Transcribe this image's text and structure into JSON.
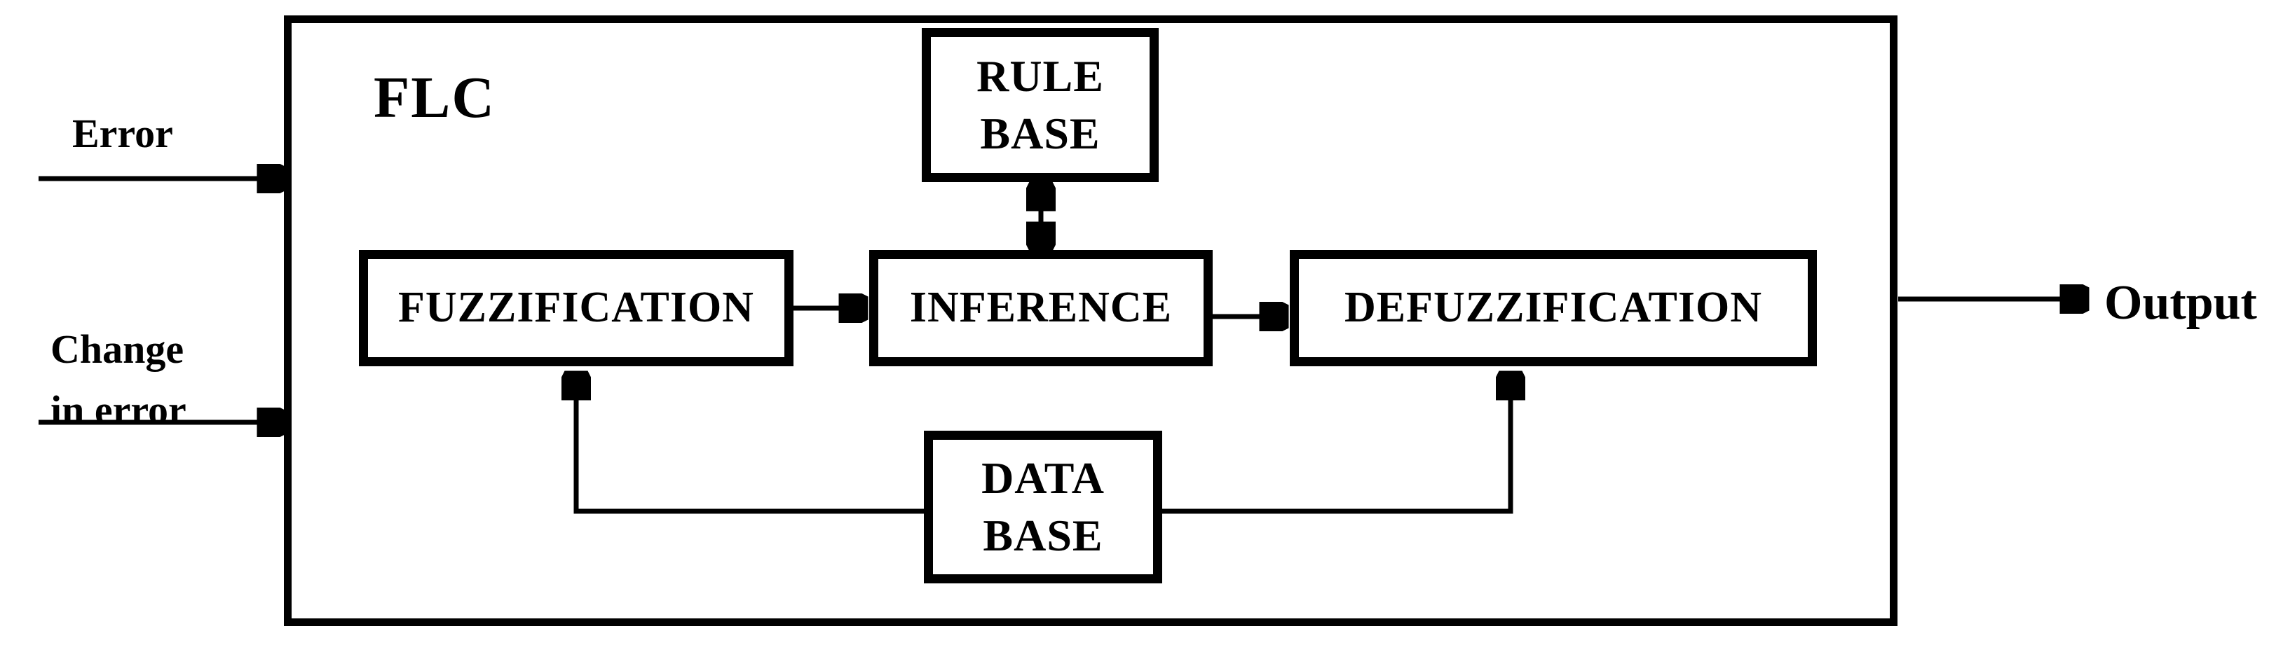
{
  "diagram": {
    "flc_label": "FLC",
    "inputs": {
      "error": "Error",
      "change_line1": "Change",
      "change_line2": "in error"
    },
    "output_label": "Output",
    "blocks": {
      "fuzzification": "FUZZIFICATION",
      "inference": "INFERENCE",
      "defuzzification": "DEFUZZIFICATION",
      "rule_base": [
        "RULE",
        "BASE"
      ],
      "data_base": [
        "DATA",
        "BASE"
      ]
    },
    "connections": [
      {
        "from": "Error",
        "to": "FLC",
        "type": "arrow"
      },
      {
        "from": "Change in error",
        "to": "FLC",
        "type": "arrow"
      },
      {
        "from": "FUZZIFICATION",
        "to": "INFERENCE",
        "type": "arrow"
      },
      {
        "from": "INFERENCE",
        "to": "DEFUZZIFICATION",
        "type": "arrow"
      },
      {
        "from": "RULE BASE",
        "to": "INFERENCE",
        "type": "double-arrow"
      },
      {
        "from": "DATA BASE",
        "to": "FUZZIFICATION",
        "type": "arrow"
      },
      {
        "from": "DATA BASE",
        "to": "DEFUZZIFICATION",
        "type": "arrow"
      },
      {
        "from": "FLC",
        "to": "Output",
        "type": "arrow"
      }
    ],
    "colors": {
      "ink": "#000000",
      "background": "#ffffff"
    }
  }
}
